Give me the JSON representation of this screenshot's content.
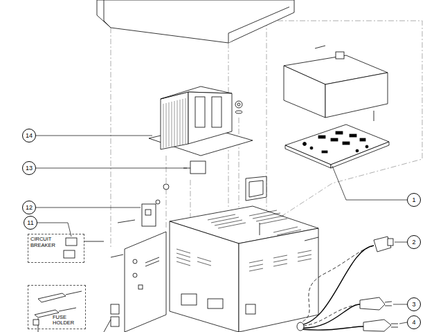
{
  "diagram": {
    "nodes": [
      {
        "text": [
          "14"
        ]
      },
      {
        "text": [
          "13"
        ]
      },
      {
        "text": [
          "1"
        ]
      },
      {
        "text": [
          "12"
        ]
      },
      {
        "text": [
          "11"
        ]
      },
      {
        "text": [
          "CIRCUIT BREAKER"
        ]
      },
      {
        "text": [
          "2"
        ]
      },
      {
        "text": [
          "3"
        ]
      },
      {
        "text": [
          "FUSE HOLDER"
        ]
      },
      {
        "text": [
          "4"
        ]
      }
    ]
  }
}
